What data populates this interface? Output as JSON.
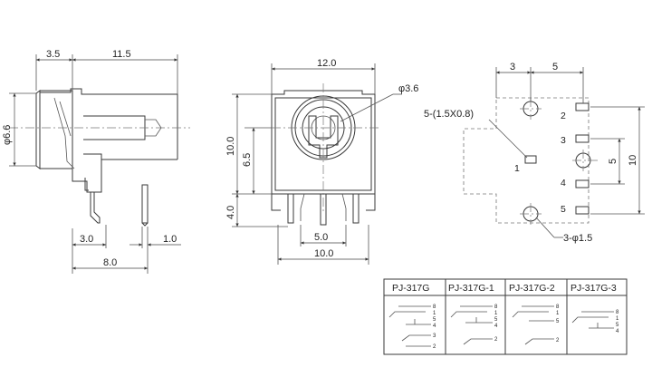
{
  "side_view": {
    "dim_top_left": "3.5",
    "dim_top_right": "11.5",
    "dim_left_dia": "φ6.6",
    "dim_pin_offset": "3.0",
    "dim_pin_width": "1.0",
    "dim_bottom": "8.0"
  },
  "front_view": {
    "dim_width": "12.0",
    "dim_hole": "φ3.6",
    "dim_height": "10.0",
    "dim_center_height": "6.5",
    "dim_pin_length": "4.0",
    "dim_pin_pitch": "5.0",
    "dim_pin_span": "10.0"
  },
  "footprint_view": {
    "dim_left": "3",
    "dim_right": "5",
    "dim_slot_label": "5-(1.5X0.8)",
    "dim_vert_inner": "5",
    "dim_vert_outer": "10",
    "dim_hole_label": "3-φ1.5",
    "pins": [
      "2",
      "3",
      "1",
      "4",
      "5"
    ]
  },
  "model_table": {
    "headers": [
      "PJ-317G",
      "PJ-317G-1",
      "PJ-317G-2",
      "PJ-317G-3"
    ],
    "pin_labels": [
      [
        "8",
        "1",
        "5",
        "4",
        "3",
        "2"
      ],
      [
        "8",
        "1",
        "5",
        "4",
        "2"
      ],
      [
        "8",
        "1",
        "5",
        "2"
      ],
      [
        "8",
        "1",
        "5",
        "4"
      ]
    ]
  }
}
